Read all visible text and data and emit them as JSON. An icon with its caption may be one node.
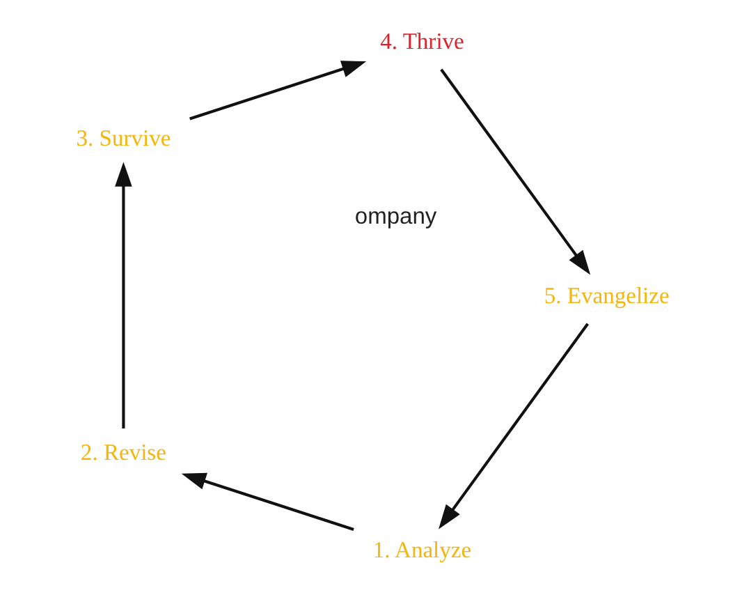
{
  "diagram": {
    "nodes": [
      {
        "text": [
          "1. Analyze"
        ]
      },
      {
        "text": [
          "2. Revise"
        ]
      },
      {
        "text": [
          "3. Survive"
        ]
      },
      {
        "text": [
          "4. Thrive"
        ]
      },
      {
        "text": [
          "5. Evangelize"
        ]
      }
    ],
    "edges": [
      {
        "from": 0,
        "to": 1,
        "arrow": "to"
      },
      {
        "from": 1,
        "to": 2,
        "arrow": "to"
      },
      {
        "from": 2,
        "to": 3,
        "arrow": "to"
      },
      {
        "from": 3,
        "to": 4,
        "arrow": "to"
      },
      {
        "from": 4,
        "to": 0,
        "arrow": "to"
      }
    ],
    "labels": [
      "ompany"
    ]
  }
}
